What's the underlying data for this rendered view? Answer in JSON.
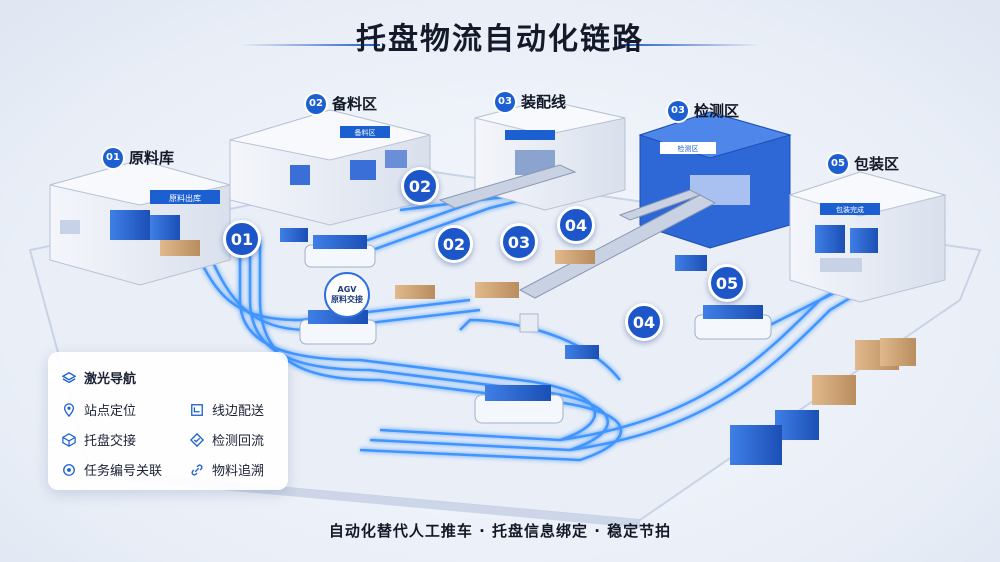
{
  "title": "托盘物流自动化链路",
  "subtitle": "自动化替代人工推车 · 托盘信息绑定 · 稳定节拍",
  "zones": [
    {
      "number": "01",
      "label": "原料库",
      "sign": "原料出库"
    },
    {
      "number": "02",
      "label": "备料区",
      "sign": "备料区"
    },
    {
      "number": "03",
      "label": "装配线",
      "sign": ""
    },
    {
      "number": "03",
      "label": "检测区",
      "sign": "检测区"
    },
    {
      "number": "05",
      "label": "包装区",
      "sign": "包装完成"
    }
  ],
  "steps": [
    "01",
    "02",
    "02",
    "03",
    "04",
    "04",
    "05"
  ],
  "agv_tag": {
    "line1": "AGV",
    "line2": "原料交接"
  },
  "legend": {
    "header": {
      "icon": "layers-icon",
      "label": "激光导航"
    },
    "items": [
      {
        "icon": "location-pin-icon",
        "label": "站点定位"
      },
      {
        "icon": "line-feed-icon",
        "label": "线边配送"
      },
      {
        "icon": "cube-icon",
        "label": "托盘交接"
      },
      {
        "icon": "diamond-check-icon",
        "label": "检测回流"
      },
      {
        "icon": "target-icon",
        "label": "任务编号关联"
      },
      {
        "icon": "link-icon",
        "label": "物料追溯"
      }
    ]
  },
  "colors": {
    "accent": "#1c5fd0",
    "track": "#2f8cff",
    "background": "#eef2f8"
  }
}
